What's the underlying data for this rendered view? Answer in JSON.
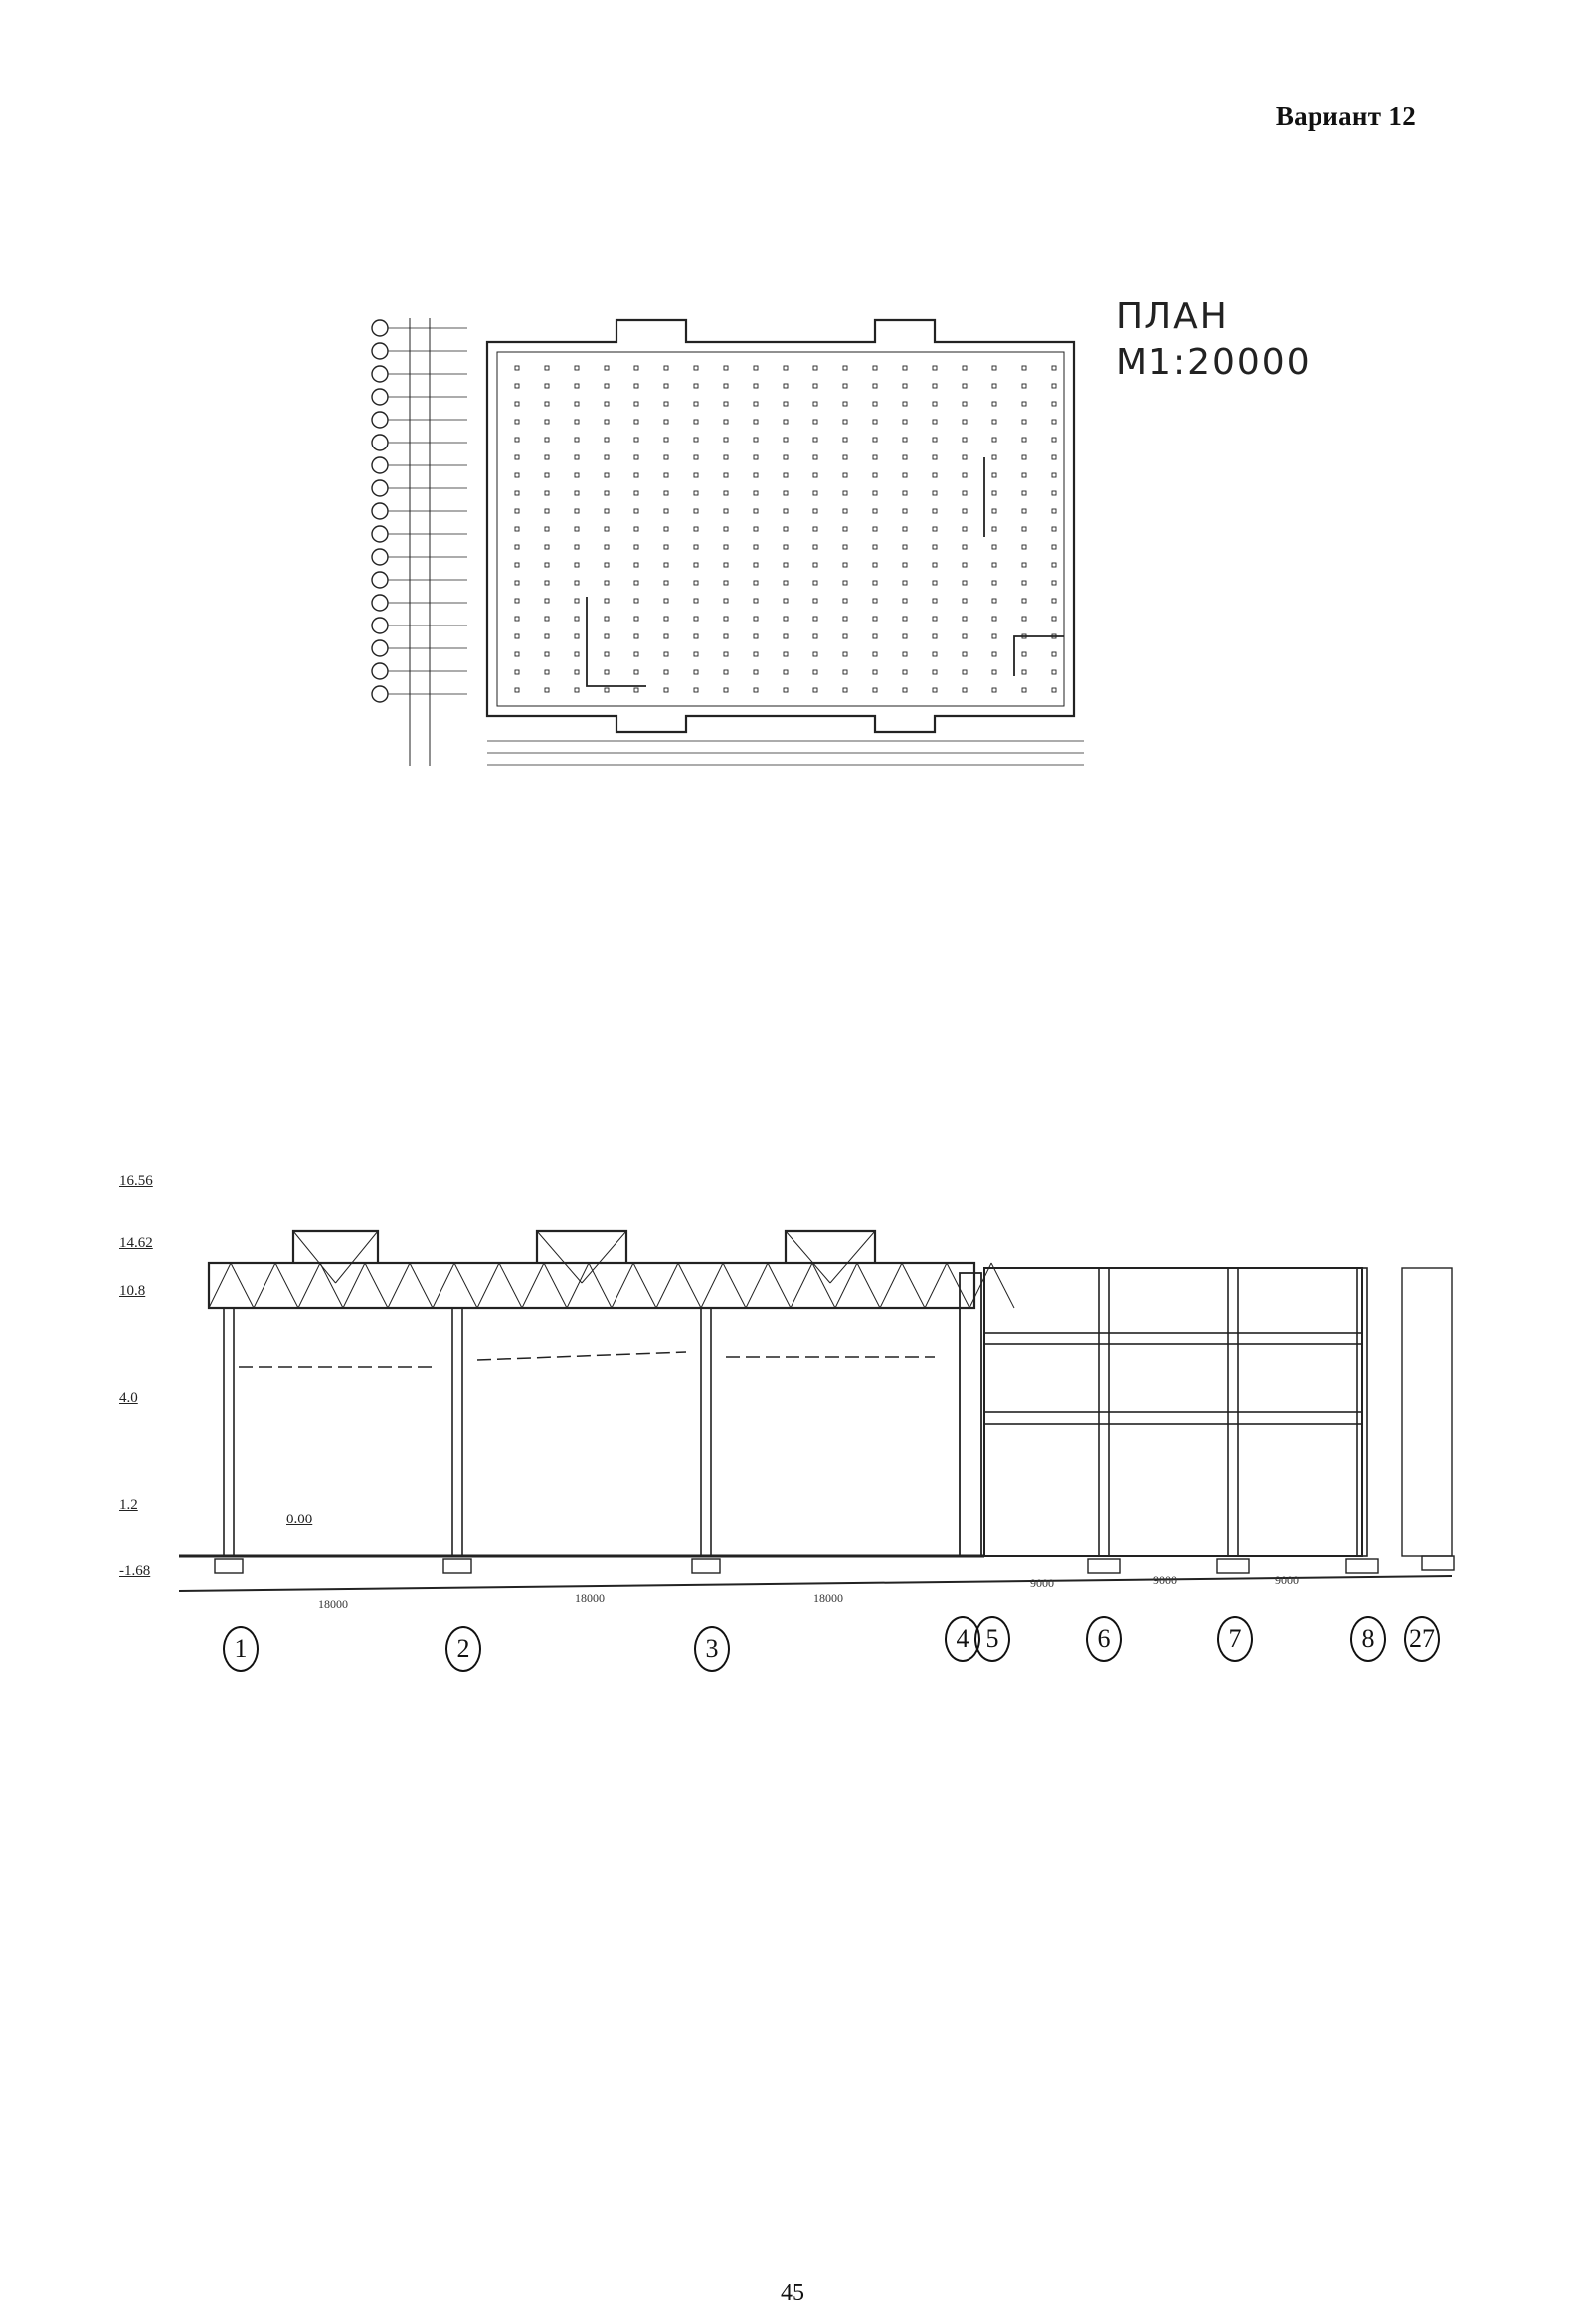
{
  "page": {
    "variant_title": "Вариант 12",
    "page_number": "45"
  },
  "plan": {
    "title": "ПЛАН",
    "scale": "М1:20000"
  },
  "section": {
    "elevations": [
      "16.56",
      "14.62",
      "10.8",
      "4.0",
      "1.2",
      "-1.68"
    ],
    "floor_mark": "0.00",
    "spans": [
      "18000",
      "18000",
      "18000",
      "9000",
      "9000",
      "9000"
    ],
    "axes": [
      "1",
      "2",
      "3",
      "4",
      "5",
      "6",
      "7",
      "8",
      "27"
    ]
  }
}
